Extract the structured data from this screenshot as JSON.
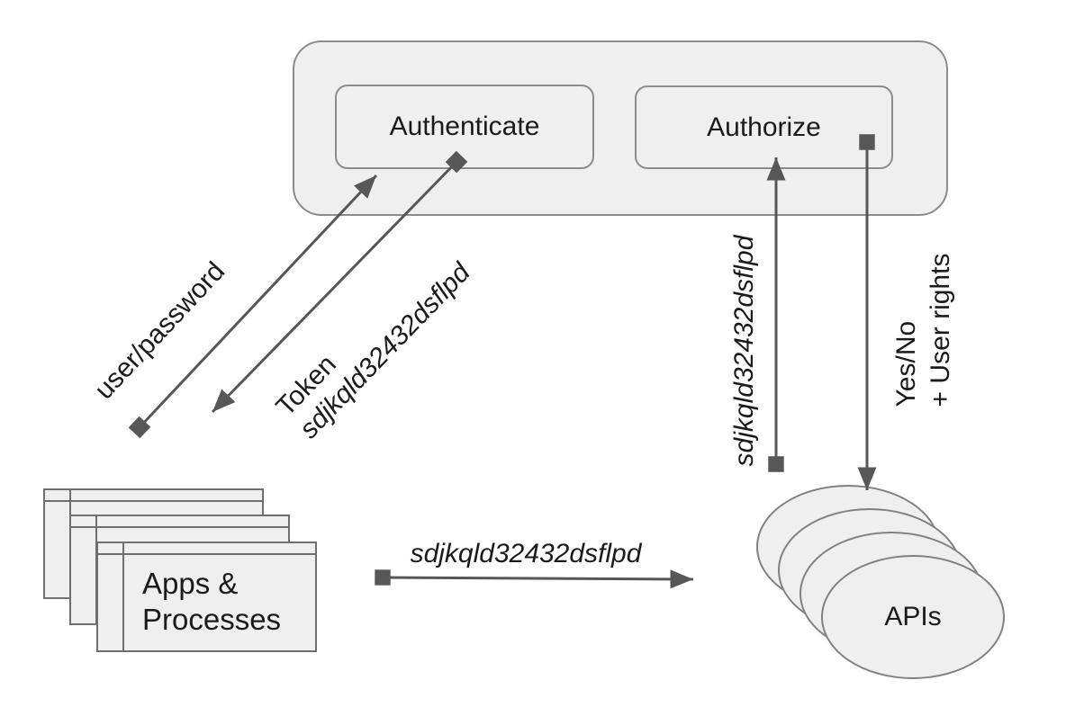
{
  "diagram": {
    "colors": {
      "shape_fill": "#efefef",
      "container_border": "#8c8c8c",
      "window_border": "#6f6f6f",
      "ellipse_border": "#818181",
      "arrow_color": "#575757",
      "text_color": "#1b1b1b"
    },
    "nodes": {
      "authenticate": "Authenticate",
      "authorize": "Authorize",
      "apps": {
        "line1": "Apps &",
        "line2": "Processes"
      },
      "apis": "APIs"
    },
    "arrows": {
      "user_password": {
        "label": "user/password"
      },
      "token": {
        "line1": "Token",
        "line2": "sdjkqld32432dsflpd"
      },
      "apps_to_apis": {
        "label": "sdjkqld32432dsflpd"
      },
      "apis_to_authorize": {
        "label": "sdjkqld32432dsflpd"
      },
      "authorize_to_apis": {
        "line1": "Yes/No",
        "line2": "+ User rights"
      }
    }
  }
}
